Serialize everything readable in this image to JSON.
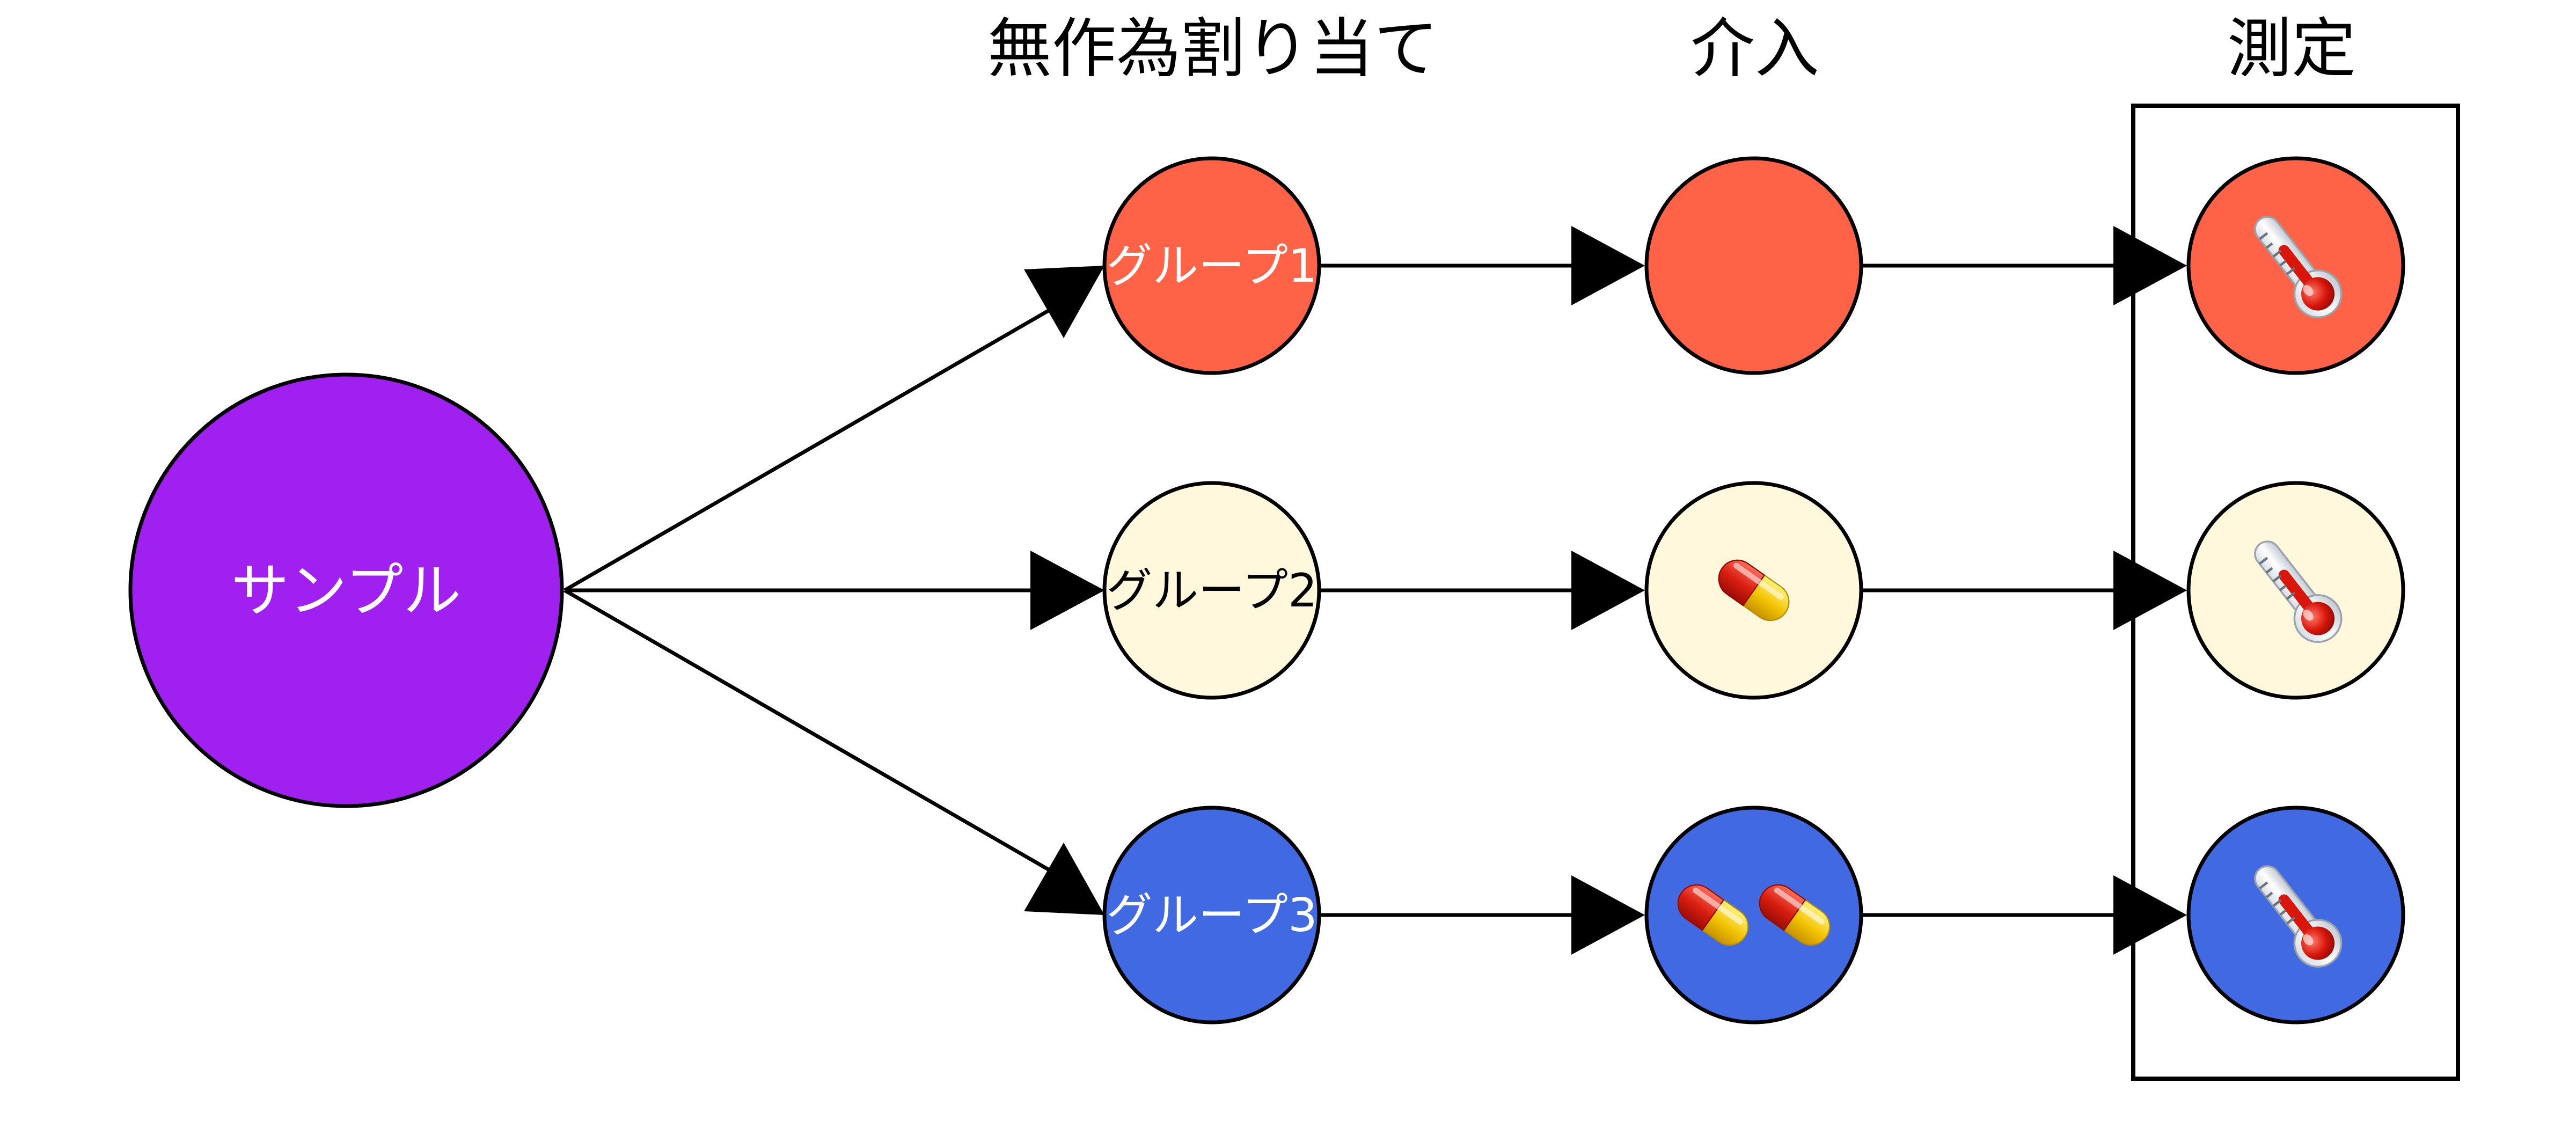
{
  "headers": {
    "randomization": "無作為割り当て",
    "intervention": "介入",
    "measurement": "測定"
  },
  "sample": {
    "label": "サンプル",
    "color": "#A020F0"
  },
  "groups": [
    {
      "label": "グループ1",
      "color": "#FF6347",
      "label_color": "#FFFFFF",
      "pill_count": 0,
      "measure_icon": "thermometer-icon"
    },
    {
      "label": "グループ2",
      "color": "#FFF8DC",
      "label_color": "#000000",
      "pill_count": 1,
      "measure_icon": "thermometer-icon"
    },
    {
      "label": "グループ3",
      "color": "#4169E1",
      "label_color": "#FFFFFF",
      "pill_count": 2,
      "measure_icon": "thermometer-icon"
    }
  ],
  "icons": {
    "intervention": "pill-icon",
    "measurement": "thermometer-icon"
  }
}
